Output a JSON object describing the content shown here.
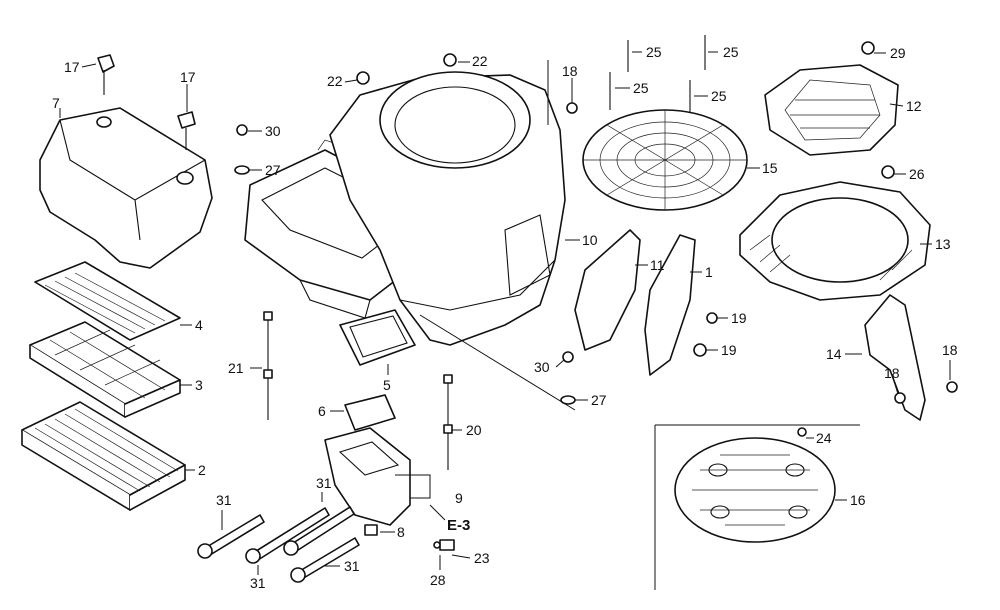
{
  "callouts": {
    "c17a": "17",
    "c17b": "17",
    "c7": "7",
    "c30": "30",
    "c27a": "27",
    "c22a": "22",
    "c22b": "22",
    "c18a": "18",
    "c25a": "25",
    "c25b": "25",
    "c25c": "25",
    "c25d": "25",
    "c29": "29",
    "c12": "12",
    "c15": "15",
    "c26": "26",
    "c13": "13",
    "c10": "10",
    "c11": "11",
    "c1": "1",
    "c19a": "19",
    "c19b": "19",
    "c14": "14",
    "c18b": "18",
    "c18c": "18",
    "c4": "4",
    "c3": "3",
    "c2": "2",
    "c21": "21",
    "c5": "5",
    "c6": "6",
    "c30b": "30",
    "c27b": "27",
    "c20": "20",
    "c24": "24",
    "c16": "16",
    "c9": "9",
    "ce3": "E-3",
    "c31a": "31",
    "c31b": "31",
    "c31c": "31",
    "c31d": "31",
    "c8": "8",
    "c23": "23",
    "c28": "28"
  }
}
